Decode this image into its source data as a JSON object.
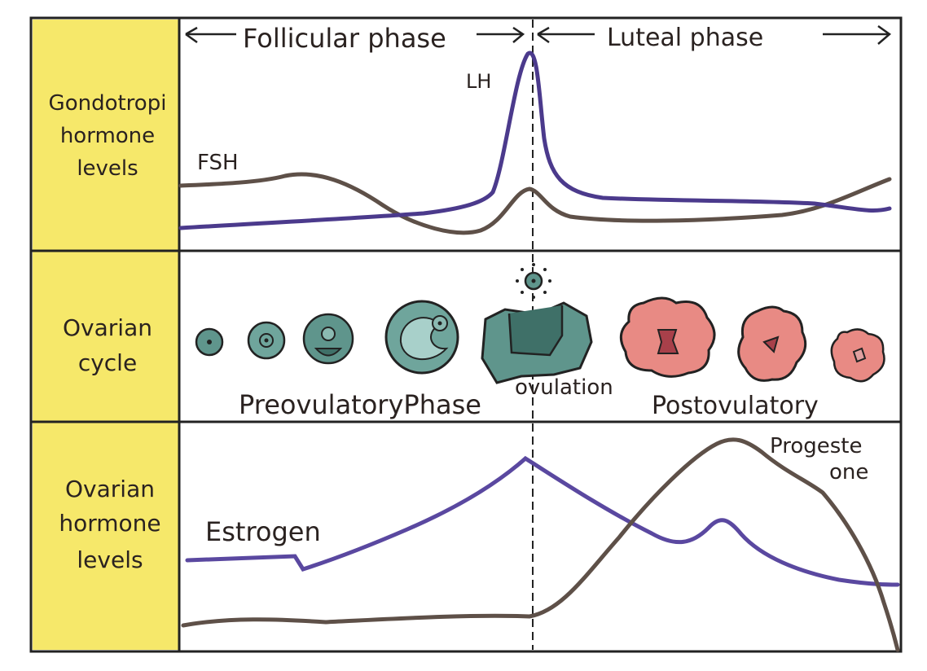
{
  "phases": {
    "follicular": "Follicular phase",
    "luteal": "Luteal phase"
  },
  "rows": {
    "gonadotropic": {
      "label_lines": [
        "Gondotropi",
        "hormone",
        "levels"
      ]
    },
    "ovarian_cycle": {
      "label_lines": [
        "Ovarian",
        "cycle"
      ]
    },
    "ovarian_hormone": {
      "label_lines": [
        "Ovarian",
        "hormone",
        "levels"
      ]
    }
  },
  "curve_labels": {
    "lh": "LH",
    "fsh": "FSH",
    "estrogen": "Estrogen",
    "progesterone_1": "Progeste",
    "progesterone_2": "one"
  },
  "stage_labels": {
    "preovulatory": "PreovulatoryPhase",
    "ovulation": "ovulation",
    "postovulatory": "Postovulatory"
  },
  "colors": {
    "label_column": "#f6e86a",
    "lh": "#4b3a8c",
    "fsh": "#5e5048",
    "estrogen": "#5a48a0",
    "progesterone": "#5e5048",
    "follicle": "#5f958c",
    "corpus_luteum": "#e88a84"
  }
}
